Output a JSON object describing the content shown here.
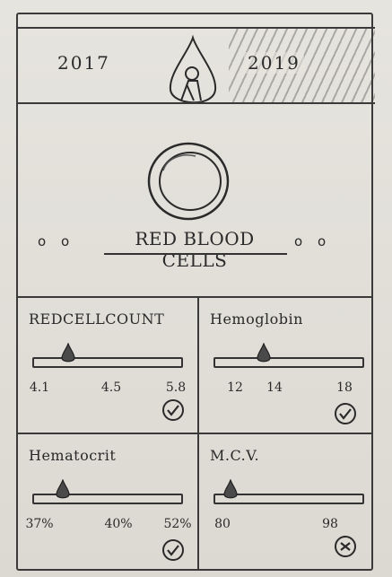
{
  "header": {
    "year_left": "2017",
    "year_right": "2019",
    "icon": "blood-drop-person-icon"
  },
  "hero": {
    "icon": "red-blood-cell-icon",
    "title": "RED BLOOD CELLS",
    "dots_left": "o o",
    "dots_right": "o o"
  },
  "metrics": [
    {
      "title": "REDCELLCOUNT",
      "ticks": [
        "4.1",
        "4.5",
        "5.8"
      ],
      "min": 4.1,
      "max": 5.8,
      "value": 4.5,
      "status_icon": "check-circle-icon"
    },
    {
      "title": "Hemoglobin",
      "ticks": [
        "12",
        "14",
        "18"
      ],
      "min": 12,
      "max": 18,
      "value": 14,
      "status_icon": "check-circle-icon"
    },
    {
      "title": "Hematocrit",
      "ticks": [
        "37%",
        "40%",
        "52%"
      ],
      "min": 37,
      "max": 52,
      "value": 40,
      "status_icon": "check-circle-icon"
    },
    {
      "title": "M.C.V.",
      "ticks": [
        "80",
        "98"
      ],
      "min": 80,
      "max": 98,
      "value": 82,
      "status_icon": "warning-circle-icon"
    }
  ],
  "colors": {
    "ink": "#2a2a2a",
    "paper": "#e6e4de"
  }
}
